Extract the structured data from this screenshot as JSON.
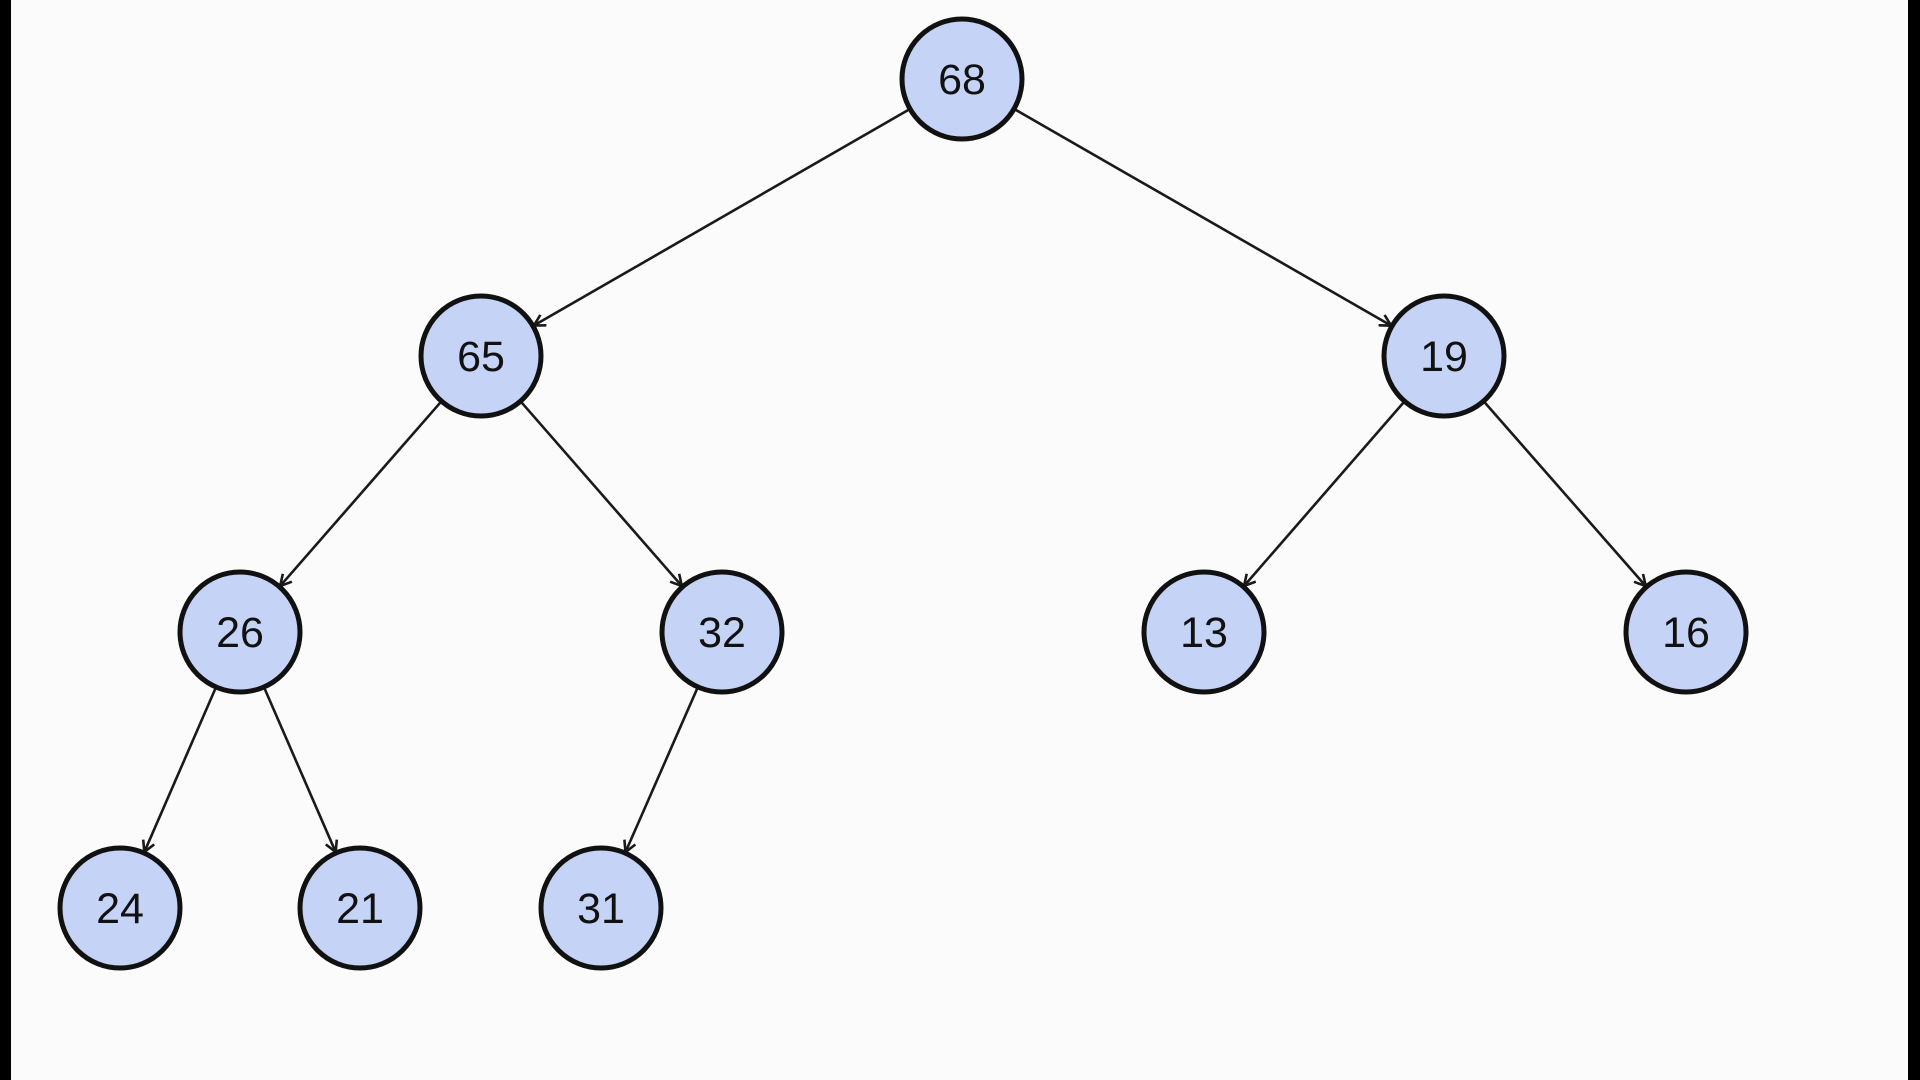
{
  "colors": {
    "background": "#fbfbfb",
    "frame_border": "#000000",
    "node_fill": "#c5d3f7",
    "node_stroke": "#111111",
    "edge": "#1a1a1a"
  },
  "tree": {
    "nodes": [
      {
        "id": "n68",
        "label": "68"
      },
      {
        "id": "n65",
        "label": "65"
      },
      {
        "id": "n19",
        "label": "19"
      },
      {
        "id": "n26",
        "label": "26"
      },
      {
        "id": "n32",
        "label": "32"
      },
      {
        "id": "n13",
        "label": "13"
      },
      {
        "id": "n16",
        "label": "16"
      },
      {
        "id": "n24",
        "label": "24"
      },
      {
        "id": "n21",
        "label": "21"
      },
      {
        "id": "n31",
        "label": "31"
      }
    ],
    "edges": [
      {
        "from": "n68",
        "to": "n65"
      },
      {
        "from": "n68",
        "to": "n19"
      },
      {
        "from": "n65",
        "to": "n26"
      },
      {
        "from": "n65",
        "to": "n32"
      },
      {
        "from": "n19",
        "to": "n13"
      },
      {
        "from": "n19",
        "to": "n16"
      },
      {
        "from": "n26",
        "to": "n24"
      },
      {
        "from": "n26",
        "to": "n21"
      },
      {
        "from": "n32",
        "to": "n31"
      }
    ]
  }
}
